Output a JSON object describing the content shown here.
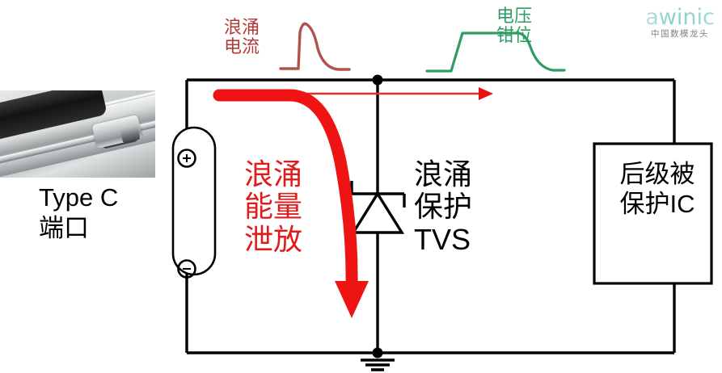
{
  "brand": {
    "word": "awinic",
    "tagline": "中国数模龙头",
    "color": "#8fd2c6"
  },
  "waveforms": {
    "surge": {
      "label": "浪涌\n电流",
      "color": "#b03a36",
      "shape": "surge-pulse"
    },
    "clamp": {
      "label": "电压\n钳位",
      "color": "#2e9d63",
      "shape": "clamped-pulse"
    }
  },
  "source": {
    "photo_name": "usb-type-c-connector-photo",
    "caption": "Type C\n端口",
    "connector": {
      "plus_terminal": "+",
      "minus_terminal": "−"
    }
  },
  "circuit": {
    "discharge_label": "浪涌\n能量\n泄放",
    "discharge_color": "#e01b1b",
    "tvs_label": "浪涌\n保护\nTVS",
    "ic_label": "后级被\n保护IC",
    "wire_color": "#000000",
    "ground_symbol": "earth-ground"
  },
  "arrows": {
    "surge_path_thin": "current flows right toward IC",
    "surge_path_thick": "surge energy diverted down through TVS"
  }
}
